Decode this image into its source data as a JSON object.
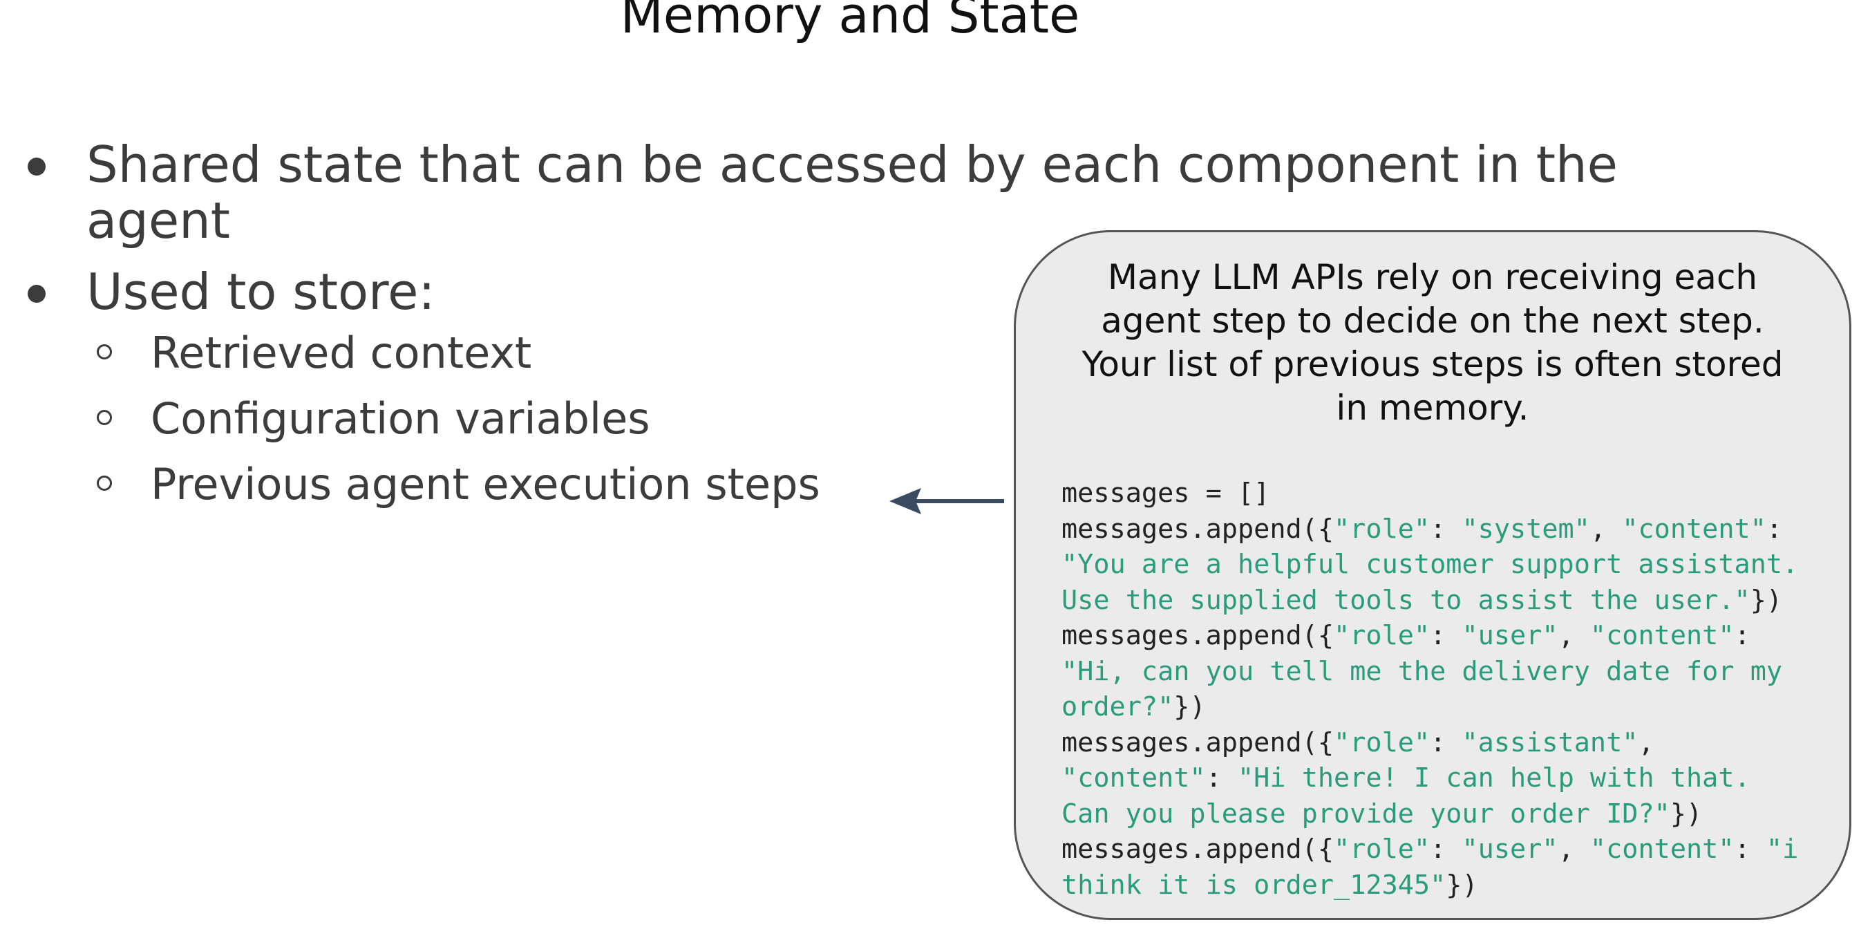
{
  "slide": {
    "title": "Memory and State",
    "bullets": [
      {
        "text": "Shared state that can be accessed by each component in the agent"
      },
      {
        "text": "Used to store:"
      }
    ],
    "sub_bullets": [
      "Retrieved context",
      "Configuration variables",
      "Previous agent execution steps"
    ]
  },
  "callout": {
    "lines": [
      "Many LLM APIs rely on receiving each",
      "agent step to decide on the next step.",
      "Your list of previous steps is often stored",
      "in memory."
    ],
    "code_lines": [
      [
        {
          "t": "messages = []",
          "k": "p"
        }
      ],
      [
        {
          "t": "messages.append({",
          "k": "p"
        },
        {
          "t": "\"role\"",
          "k": "s"
        },
        {
          "t": ": ",
          "k": "p"
        },
        {
          "t": "\"system\"",
          "k": "s"
        },
        {
          "t": ", ",
          "k": "p"
        },
        {
          "t": "\"content\"",
          "k": "s"
        },
        {
          "t": ":",
          "k": "p"
        }
      ],
      [
        {
          "t": "\"You are a helpful customer support assistant.",
          "k": "s"
        }
      ],
      [
        {
          "t": "Use the supplied tools to assist the user.\"",
          "k": "s"
        },
        {
          "t": "})",
          "k": "p"
        }
      ],
      [
        {
          "t": "messages.append({",
          "k": "p"
        },
        {
          "t": "\"role\"",
          "k": "s"
        },
        {
          "t": ": ",
          "k": "p"
        },
        {
          "t": "\"user\"",
          "k": "s"
        },
        {
          "t": ", ",
          "k": "p"
        },
        {
          "t": "\"content\"",
          "k": "s"
        },
        {
          "t": ":",
          "k": "p"
        }
      ],
      [
        {
          "t": "\"Hi, can you tell me the delivery date for my",
          "k": "s"
        }
      ],
      [
        {
          "t": "order?\"",
          "k": "s"
        },
        {
          "t": "})",
          "k": "p"
        }
      ],
      [
        {
          "t": "messages.append({",
          "k": "p"
        },
        {
          "t": "\"role\"",
          "k": "s"
        },
        {
          "t": ": ",
          "k": "p"
        },
        {
          "t": "\"assistant\"",
          "k": "s"
        },
        {
          "t": ",",
          "k": "p"
        }
      ],
      [
        {
          "t": "\"content\"",
          "k": "s"
        },
        {
          "t": ": ",
          "k": "p"
        },
        {
          "t": "\"Hi there! I can help with that.",
          "k": "s"
        }
      ],
      [
        {
          "t": "Can you please provide your order ID?\"",
          "k": "s"
        },
        {
          "t": "})",
          "k": "p"
        }
      ],
      [
        {
          "t": "messages.append({",
          "k": "p"
        },
        {
          "t": "\"role\"",
          "k": "s"
        },
        {
          "t": ": ",
          "k": "p"
        },
        {
          "t": "\"user\"",
          "k": "s"
        },
        {
          "t": ", ",
          "k": "p"
        },
        {
          "t": "\"content\"",
          "k": "s"
        },
        {
          "t": ": ",
          "k": "p"
        },
        {
          "t": "\"i",
          "k": "s"
        }
      ],
      [
        {
          "t": "think it is order_12345\"",
          "k": "s"
        },
        {
          "t": "})",
          "k": "p"
        }
      ]
    ]
  },
  "colors": {
    "code_string": "#2a9d78",
    "callout_bg": "#ebebeb",
    "arrow": "#3a4a60"
  },
  "icons": {
    "arrow": "arrow-left-icon"
  }
}
